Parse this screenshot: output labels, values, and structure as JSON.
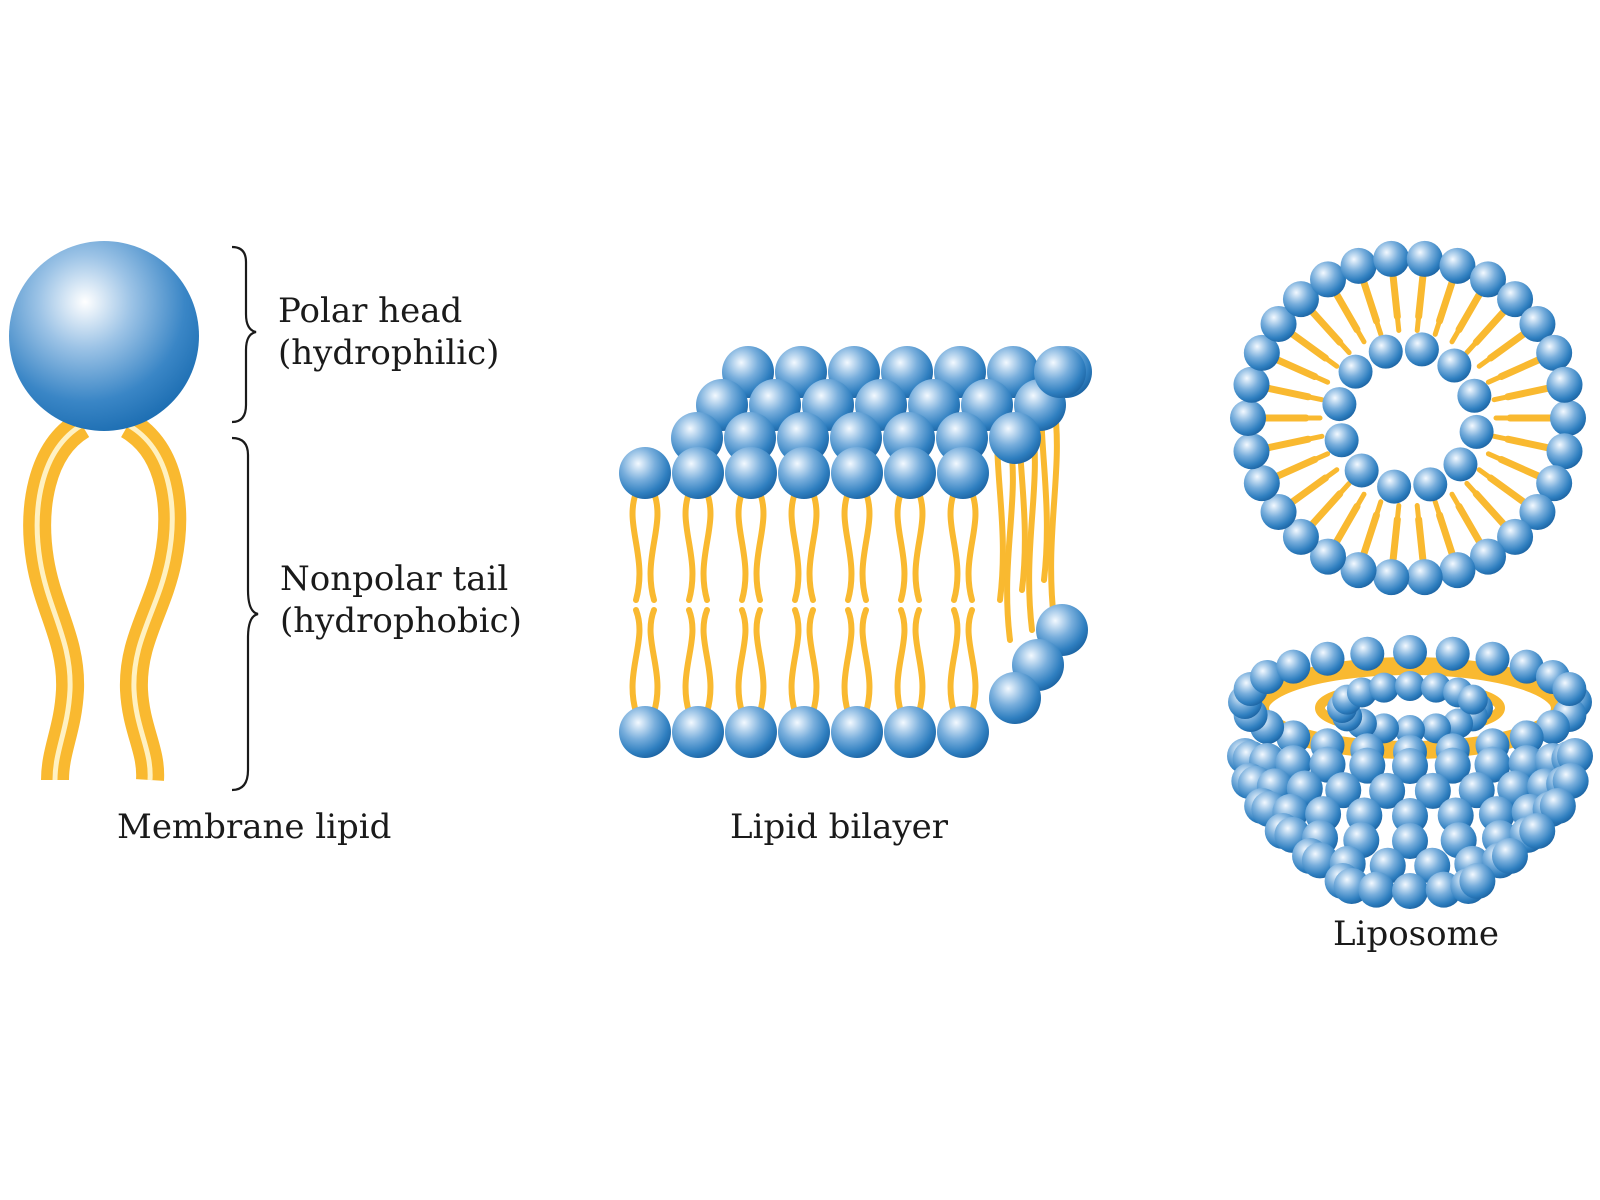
{
  "membrane_lipid": {
    "caption": "Membrane lipid",
    "head_label_line1": "Polar head",
    "head_label_line2": "(hydrophilic)",
    "tail_label_line1": "Nonpolar tail",
    "tail_label_line2": "(hydrophobic)"
  },
  "lipid_bilayer": {
    "caption": "Lipid bilayer"
  },
  "liposome": {
    "caption": "Liposome"
  },
  "colors": {
    "head_blue": "#2f7fc0",
    "head_highlight": "#eaf4ff",
    "head_dark": "#155a94",
    "tail_yellow": "#f9b930",
    "tail_highlight": "#fff1c2",
    "text": "#1a1a1a"
  }
}
